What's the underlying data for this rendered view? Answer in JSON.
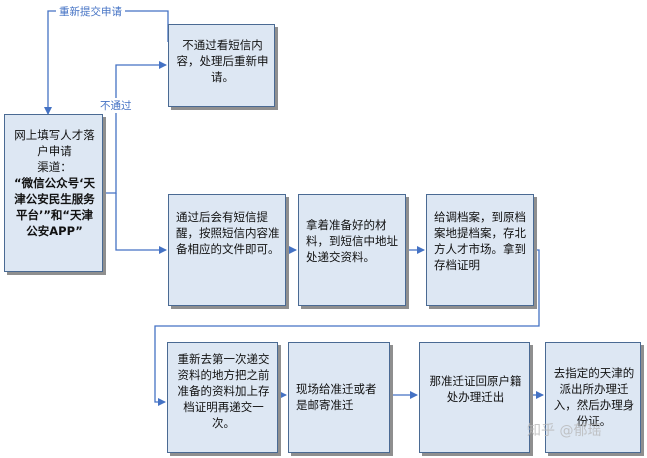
{
  "edge_labels": {
    "resubmit": "重新提交申请",
    "not_passed": "不通过"
  },
  "nodes": {
    "apply": {
      "line1": "网上填写人才落户申请",
      "line2": "渠道：",
      "line3": "“微信公众号‘天津公安民生服务平台’”和“天津公安APP”"
    },
    "rejected": "不通过看短信内容，处理后重新申请。",
    "passed": "通过后会有短信提醒，按照短信内容准备相应的文件即可。",
    "submit": "拿着准备好的材料，到短信中地址处递交资料。",
    "archive": "给调档案，到原档案地提档案，存北方人才市场。拿到存档证明",
    "resubmit_docs": "重新去第一次递交资料的地方把之前准备的资料加上存档证明再递交一次。",
    "permit": "现场给准迁或者是邮寄准迁",
    "return": "那准迁证回原户籍处办理迁出",
    "police": "去指定的天津的派出所办理迁入，然后办理身份证。"
  },
  "watermark": "知乎 @郁瑶",
  "colors": {
    "box_fill": "#dde7f3",
    "box_border": "#4a6a93",
    "arrow": "#4472c4",
    "label": "#4472c4"
  }
}
